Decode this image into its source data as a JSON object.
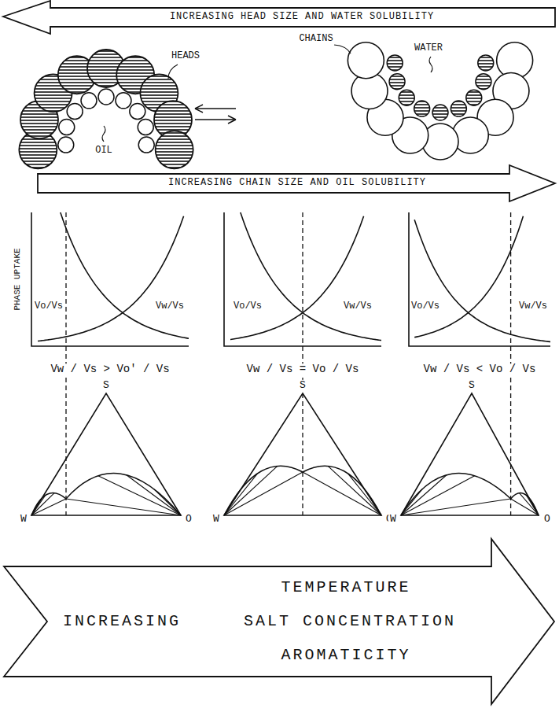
{
  "diagram": {
    "nodes": [
      {
        "text": [
          "INCREASING HEAD SIZE AND WATER SOLUBILITY"
        ]
      },
      {
        "text": [
          "INCREASING CHAIN SIZE AND OIL SOLUBILITY"
        ]
      },
      {
        "text": [
          "TEMPERATURE",
          "INCREASING",
          "SALT CONCENTRATION",
          "AROMATICITY"
        ]
      }
    ],
    "labels": [
      "HEADS",
      "OIL",
      "CHAINS",
      "WATER",
      "PHASE UPTAKE",
      "Vo/Vs",
      "Vw/Vs",
      "Vo/Vs",
      "Vw/Vs",
      "Vo/Vs",
      "Vw/Vs",
      "Vw / Vs > Vo' / Vs",
      "Vw / Vs = Vo / Vs",
      "Vw / Vs < Vo / Vs",
      "S",
      "W",
      "O",
      "S",
      "W",
      "O",
      "S",
      "W",
      "O"
    ]
  }
}
